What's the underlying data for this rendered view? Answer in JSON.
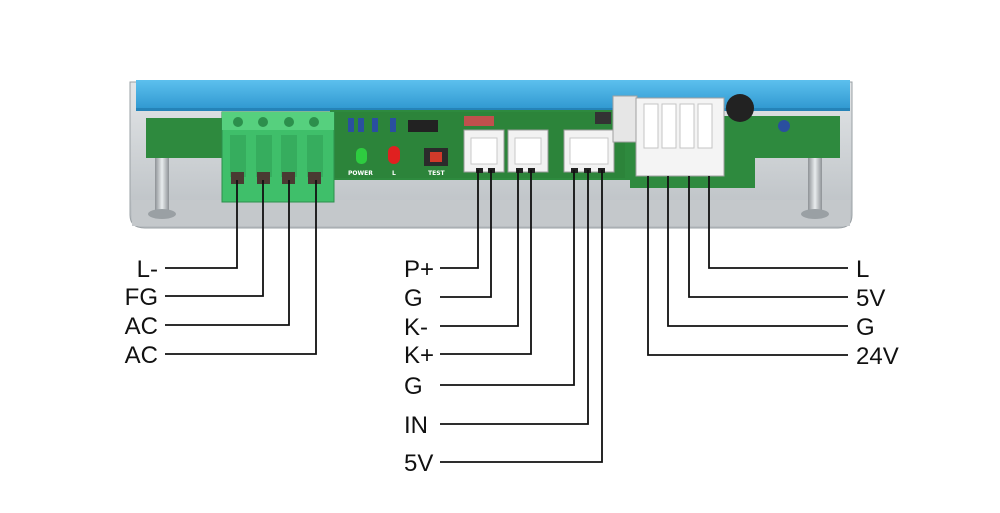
{
  "board": {
    "silkscreen": {
      "power": "POWER",
      "l": "L",
      "test": "TEST"
    }
  },
  "groups": {
    "ac_terminal": {
      "labels": [
        "L-",
        "FG",
        "AC",
        "AC"
      ]
    },
    "control_connectors": {
      "labels": [
        "P+",
        "G",
        "K-",
        "K+",
        "G",
        "IN",
        "5V"
      ]
    },
    "power_connector": {
      "labels": [
        "L",
        "5V",
        "G",
        "24V"
      ]
    }
  },
  "colors": {
    "housing_blue": "#3aa7dc",
    "pcb_green": "#2e8a3e",
    "terminal_green": "#3fbf6a",
    "chassis_gray": "#cfd3d6",
    "connector_white": "#f2f2f2",
    "lines": "#111111"
  }
}
